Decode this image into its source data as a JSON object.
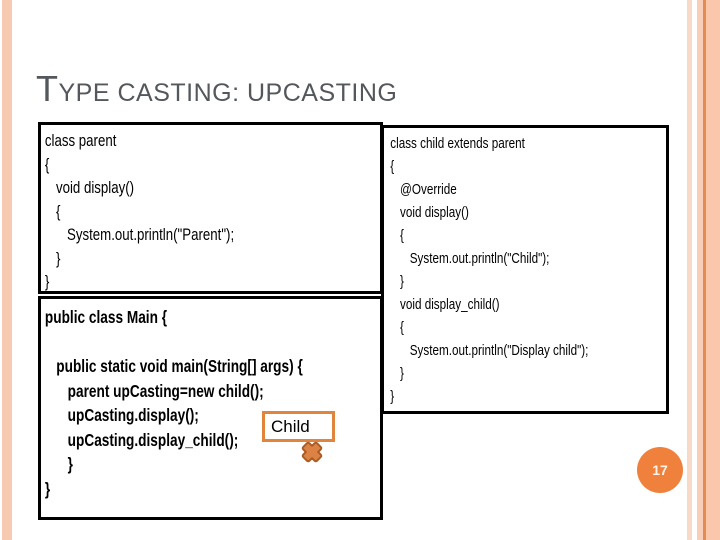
{
  "slide": {
    "title": "TYPE CASTING: UPCASTING",
    "page_number": "17"
  },
  "code_boxes": {
    "parent": {
      "code": "class parent\n{\n   void display()\n   {\n      System.out.println(\"Parent\");\n   }\n}"
    },
    "main": {
      "code": "public class Main {\n\n   public static void main(String[] args) {\n      parent upCasting=new child();\n      upCasting.display();\n      upCasting.display_child();\n      }\n}"
    },
    "child": {
      "code": "class child extends parent\n{\n   @Override\n   void display()\n   {\n      System.out.println(\"Child\");\n   }\n   void display_child()\n   {\n      System.out.println(\"Display child\");\n   }\n}"
    }
  },
  "callout": {
    "label": "Child",
    "icon": "cross-x-icon"
  },
  "colors": {
    "title_gray": "#54585C",
    "box_border": "#000000",
    "accent_orange": "#F0813D",
    "stripe_peach": "#F6C9B1",
    "stripe_line": "#E28B52",
    "callout_border": "#E2853C",
    "cross_fill": "#DC8245",
    "cross_outline": "#AC5B22"
  }
}
